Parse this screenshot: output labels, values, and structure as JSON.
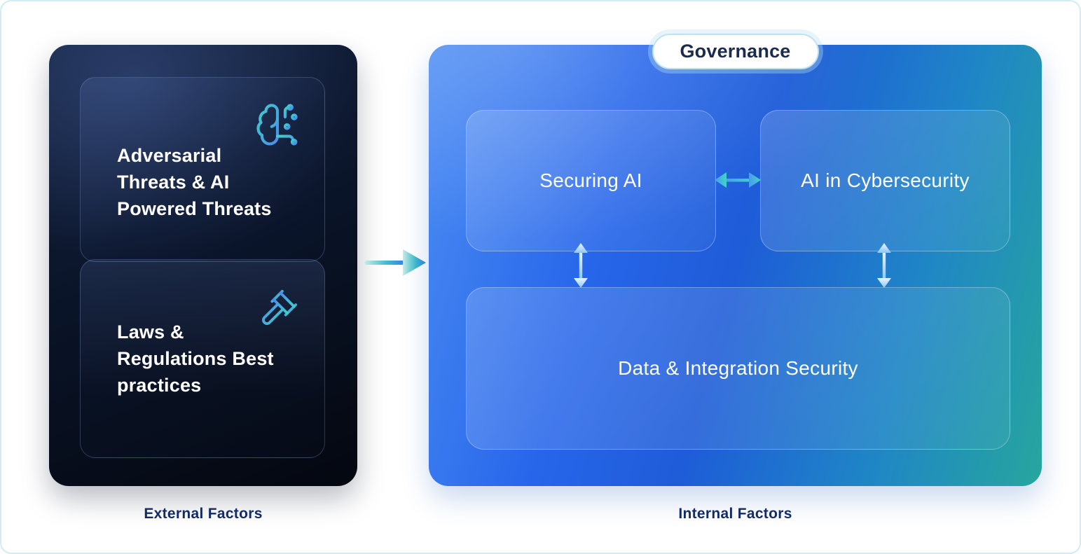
{
  "left_panel": {
    "caption": "External Factors",
    "cards": [
      {
        "label": "Adversarial Threats & AI Powered Threats",
        "icon": "ai-brain-circuit-icon"
      },
      {
        "label": "Laws & Regulations Best practices",
        "icon": "gavel-icon"
      }
    ]
  },
  "right_panel": {
    "badge": "Governance",
    "caption": "Internal Factors",
    "cards": [
      {
        "label": "Securing AI"
      },
      {
        "label": "AI in Cybersecurity"
      },
      {
        "label": "Data & Integration Security"
      }
    ]
  },
  "arrows": {
    "main": "left-to-right",
    "between_top_cards": "bidirectional-horizontal",
    "securing_to_data": "bidirectional-vertical",
    "cyber_to_data": "bidirectional-vertical"
  },
  "colors": {
    "page_bg": "#ffffff",
    "page_border": "#d2ebf5",
    "left_panel_dark": "#0a1428",
    "right_panel_blue": "#2563e8",
    "right_panel_teal": "#27a69e",
    "caption_text": "#132c66",
    "badge_text": "#1b2b4d",
    "card_text": "#ffffff",
    "accent_teal": "#3fd0c8",
    "accent_blue": "#2f80ed"
  }
}
